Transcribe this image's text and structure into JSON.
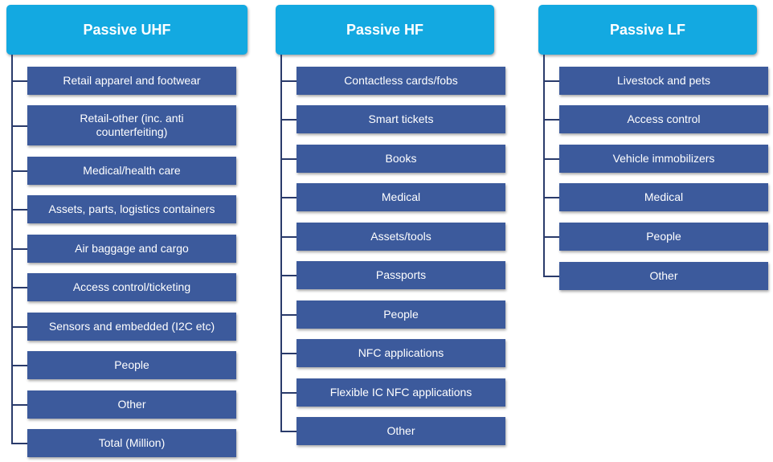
{
  "columns": [
    {
      "title": "Passive UHF",
      "items": [
        "Retail apparel and footwear",
        "Retail-other (inc. anti counterfeiting)",
        "Medical/health care",
        "Assets, parts, logistics containers",
        "Air baggage and cargo",
        "Access control/ticketing",
        "Sensors and embedded (I2C etc)",
        "People",
        "Other",
        "Total (Million)"
      ]
    },
    {
      "title": "Passive HF",
      "items": [
        "Contactless cards/fobs",
        "Smart tickets",
        "Books",
        "Medical",
        "Assets/tools",
        "Passports",
        "People",
        "NFC applications",
        "Flexible IC NFC applications",
        "Other"
      ]
    },
    {
      "title": "Passive LF",
      "items": [
        "Livestock and pets",
        "Access control",
        "Vehicle immobilizers",
        "Medical",
        "People",
        "Other"
      ]
    }
  ],
  "colors": {
    "header": "#13a9e1",
    "item": "#3c5a9c",
    "connector": "#2a3b6b"
  }
}
